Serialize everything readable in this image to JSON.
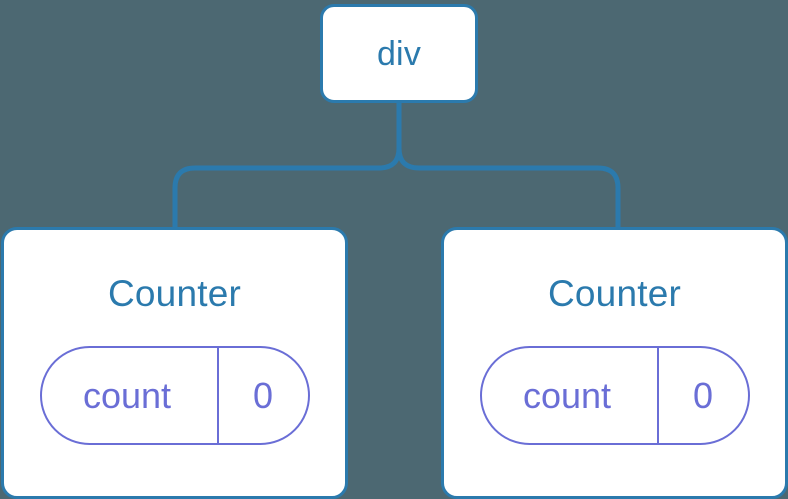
{
  "diagram": {
    "type": "component-tree",
    "background_color": "#4c6872",
    "node_border_color": "#2b7aad",
    "node_fill_color": "#ffffff",
    "label_color": "#2b7aad",
    "state_color": "#6a6ed6",
    "connector_color": "#2b7aad",
    "root": {
      "label": "div"
    },
    "children": [
      {
        "label": "Counter",
        "state": {
          "key": "count",
          "value": "0"
        }
      },
      {
        "label": "Counter",
        "state": {
          "key": "count",
          "value": "0"
        }
      }
    ]
  }
}
